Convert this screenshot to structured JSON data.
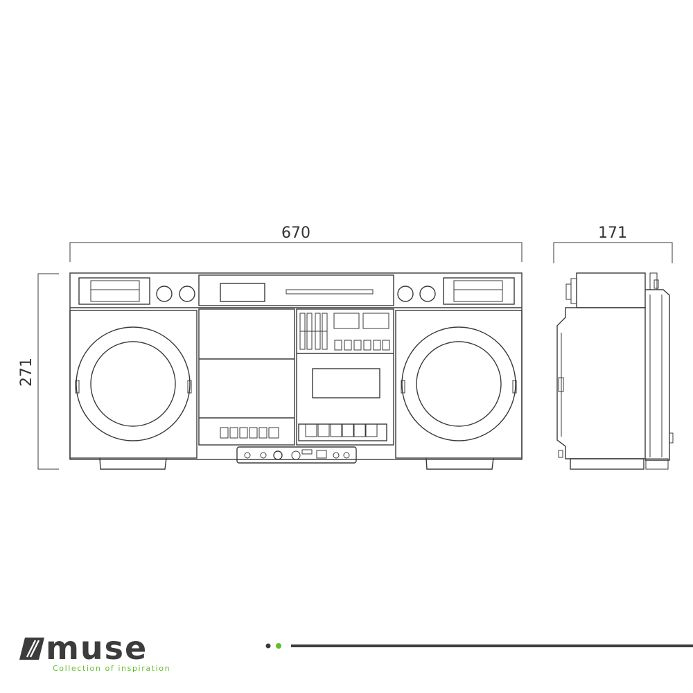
{
  "dimensions": {
    "width_label": "670",
    "depth_label": "171",
    "height_label": "271"
  },
  "brand": {
    "logo_text": "muse",
    "tagline": "Collection of inspiration"
  },
  "colors": {
    "accent": "#5fbf2a",
    "line": "#3a3a3a",
    "brand_dark": "#3c3c3c"
  }
}
